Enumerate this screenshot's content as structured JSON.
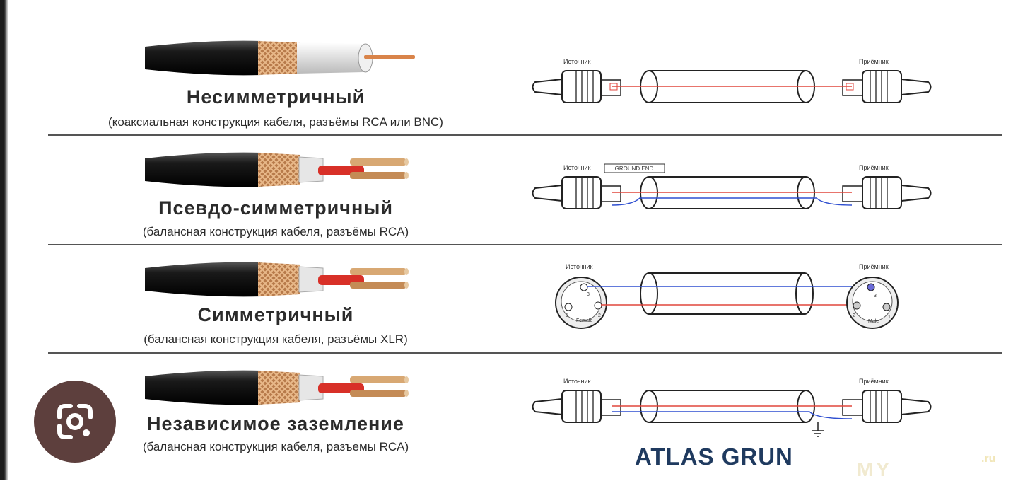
{
  "sections": [
    {
      "title": "Несимметричный",
      "subtitle": "(коаксиальная конструкция кабеля, разъёмы RCA или BNC)",
      "source": "Источник",
      "receiver": "Приёмник"
    },
    {
      "title": "Псевдо-симметричный",
      "subtitle": "(балансная конструкция кабеля, разъёмы RCA)",
      "source": "Источник",
      "ground_tag": "GROUND END",
      "receiver": "Приёмник"
    },
    {
      "title": "Симметричный",
      "subtitle": "(балансная конструкция кабеля, разъёмы XLR)",
      "source": "Источник",
      "receiver": "Приёмник",
      "female_label": "Female",
      "male_label": "Male",
      "pins_female": [
        "1",
        "2",
        "3"
      ],
      "pins_male": [
        "3",
        "2",
        "1"
      ]
    },
    {
      "title": "Независимое заземление",
      "subtitle": "(балансная конструкция кабеля, разъемы RCA)",
      "source": "Источник",
      "receiver": "Приёмник"
    }
  ],
  "brand": "ATLAS GRUN",
  "watermark": {
    "main": "MY",
    "suffix": ".ru"
  },
  "lens_button": {
    "icon": "google-lens-icon"
  },
  "colors": {
    "signal": "#e1463c",
    "return": "#2f4fd0",
    "copper": "#c98a55",
    "jacket": "#111111",
    "brand": "#1f3a5f"
  }
}
